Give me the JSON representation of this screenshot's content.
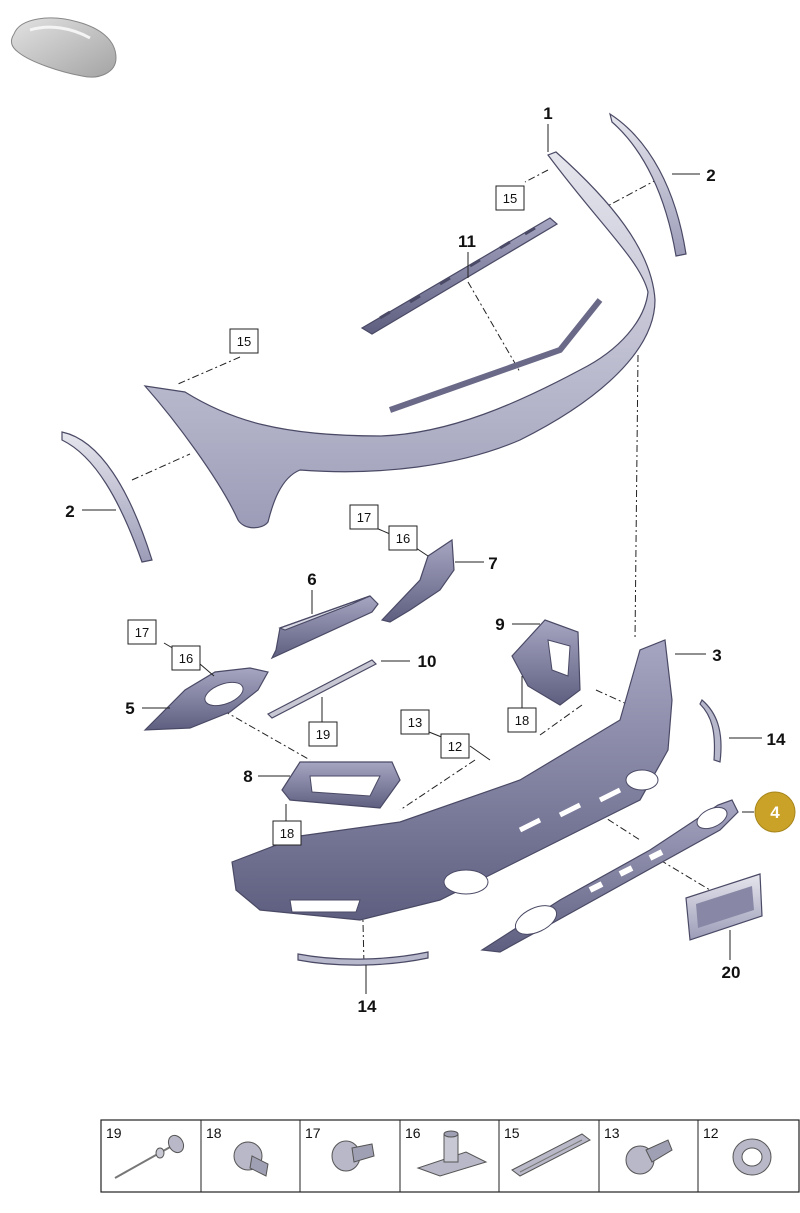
{
  "callouts": {
    "c1": "1",
    "c2a": "2",
    "c2b": "2",
    "c3": "3",
    "c4": "4",
    "c5": "5",
    "c6": "6",
    "c7": "7",
    "c8": "8",
    "c9": "9",
    "c10": "10",
    "c11": "11",
    "c14a": "14",
    "c14b": "14",
    "c20": "20"
  },
  "boxed": {
    "b15a": "15",
    "b15b": "15",
    "b17a": "17",
    "b16a": "16",
    "b17b": "17",
    "b16b": "16",
    "b19": "19",
    "b18a": "18",
    "b18b": "18",
    "b13": "13",
    "b12": "12"
  },
  "highlight": {
    "label": "4",
    "color": "#c9a227"
  },
  "legend": [
    "19",
    "18",
    "17",
    "16",
    "15",
    "13",
    "12"
  ],
  "colors": {
    "part_fill": "#c4c4d6",
    "part_dark": "#7b7b99",
    "lines": "#222222"
  }
}
